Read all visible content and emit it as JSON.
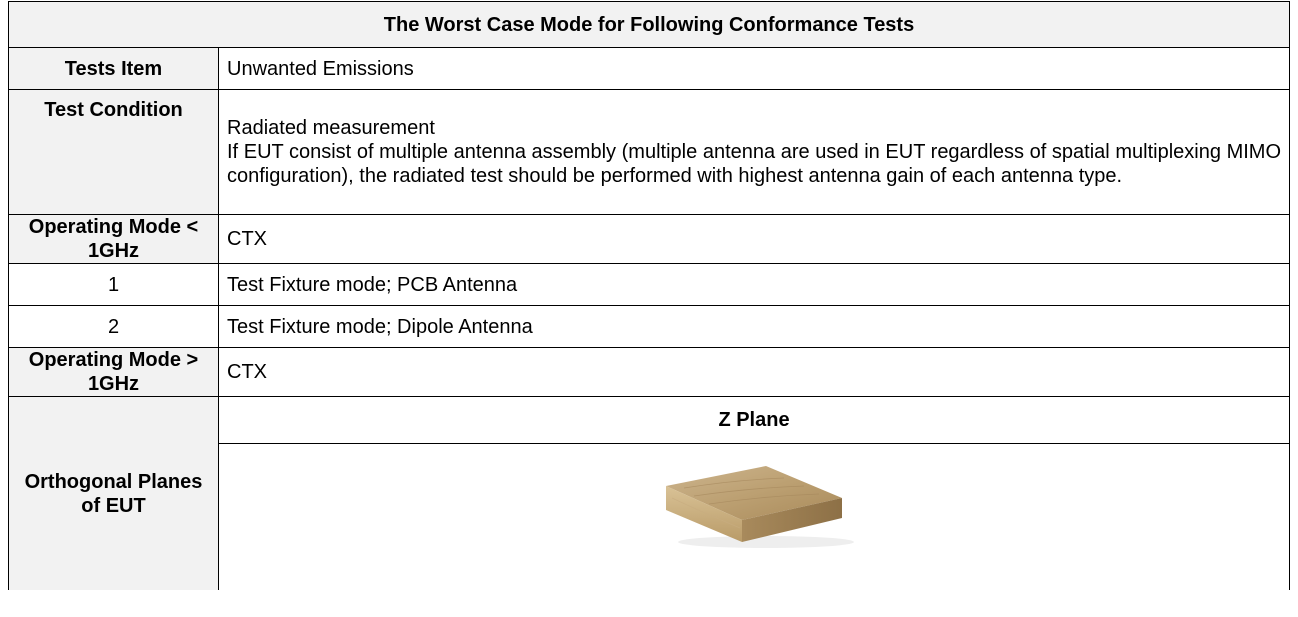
{
  "table": {
    "title": "The Worst Case Mode for Following Conformance Tests",
    "tests_item": {
      "label": "Tests Item",
      "value": "Unwanted Emissions"
    },
    "test_condition": {
      "label": "Test Condition",
      "line1": "Radiated measurement",
      "paragraph": "If EUT consist of multiple antenna assembly (multiple antenna are used in EUT regardless of spatial multiplexing MIMO configuration), the radiated test should be performed with highest antenna gain of each antenna type."
    },
    "mode_below_1ghz": {
      "label": "Operating Mode < 1GHz",
      "value": "CTX",
      "rows": [
        {
          "num": "1",
          "value": "Test Fixture mode; PCB Antenna"
        },
        {
          "num": "2",
          "value": "Test Fixture mode; Dipole Antenna"
        }
      ]
    },
    "mode_above_1ghz": {
      "label": "Operating Mode > 1GHz",
      "value": "CTX"
    },
    "orthogonal_planes": {
      "label": "Orthogonal Planes of EUT",
      "plane_title": "Z Plane",
      "image_icon": "wooden-box-eut-image"
    }
  }
}
